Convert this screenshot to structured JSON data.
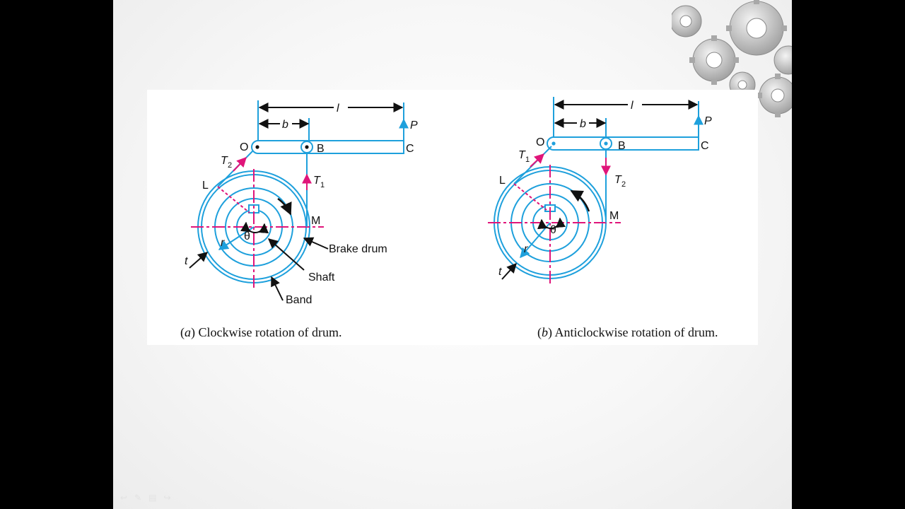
{
  "colors": {
    "blue": "#1ea0dc",
    "magenta": "#e0157a",
    "ink": "#111111",
    "gear": "#bdbdbd"
  },
  "fig_a": {
    "label_l": "l",
    "label_b": "b",
    "label_P": "P",
    "label_O": "O",
    "label_B": "B",
    "label_C": "C",
    "label_T2": "T",
    "label_T2_sub": "2",
    "label_T1": "T",
    "label_T1_sub": "1",
    "label_L": "L",
    "label_M": "M",
    "label_t": "t",
    "label_r": "r",
    "label_theta": "θ",
    "label_brake_drum": "Brake drum",
    "label_shaft": "Shaft",
    "label_band": "Band",
    "caption_tag": "a",
    "caption_text": " Clockwise rotation of drum."
  },
  "fig_b": {
    "label_l": "l",
    "label_b": "b",
    "label_P": "P",
    "label_O": "O",
    "label_B": "B",
    "label_C": "C",
    "label_T1": "T",
    "label_T1_sub": "1",
    "label_T2": "T",
    "label_T2_sub": "2",
    "label_L": "L",
    "label_M": "M",
    "label_t": "t",
    "label_r": "r",
    "label_theta": "θ",
    "caption_tag": "b",
    "caption_text": " Anticlockwise rotation of drum."
  },
  "nav_icons": [
    "back-arrow-icon",
    "pen-icon",
    "menu-icon",
    "next-arrow-icon"
  ]
}
